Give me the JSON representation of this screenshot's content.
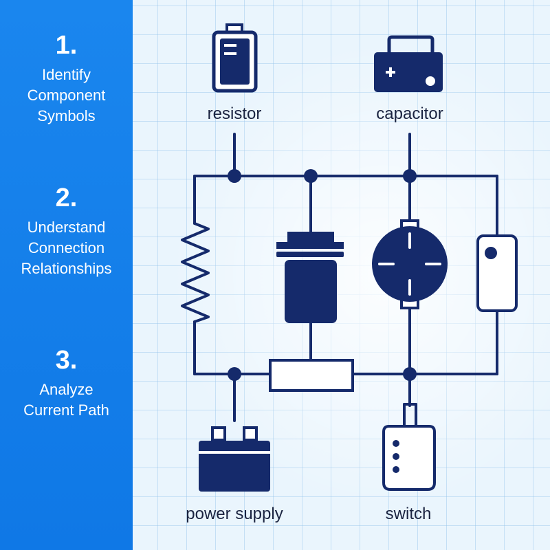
{
  "steps": [
    {
      "number": "1.",
      "lines": [
        "Identify",
        "Component",
        "Symbols"
      ]
    },
    {
      "number": "2.",
      "lines": [
        "Understand",
        "Connection",
        "Relationships"
      ]
    },
    {
      "number": "3.",
      "lines": [
        "Analyze",
        "Current Path"
      ]
    }
  ],
  "labels": {
    "resistor": "resistor",
    "capacitor": "capacitor",
    "power_supply": "power supply",
    "switch": "switch"
  },
  "colors": {
    "sidebar": "#1480ea",
    "ink": "#152a6b",
    "board": "#eaf5fd"
  }
}
